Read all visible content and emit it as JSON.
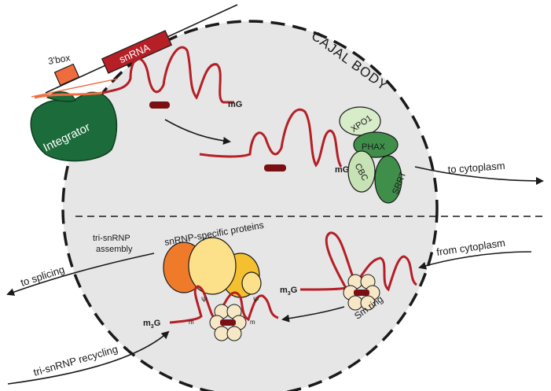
{
  "labels": {
    "cajal_body": "CAJAL BODY",
    "box3": "3'box",
    "snrna": "snRNA",
    "integrator": "Integrator",
    "mg_top": "mG",
    "mg_mid": "mG",
    "xpo1": "XPO1",
    "phax": "PHAX",
    "cbc": "CBC",
    "srrt": "SRRT",
    "to_cytoplasm": "to cytoplasm",
    "from_cytoplasm": "from cytoplasm",
    "sm_ring": "Sm ring",
    "m3g_right": "m",
    "m3g_right_sub": "3",
    "m3g_right_g": "G",
    "snrnp_proteins": "snRNP-specific proteins",
    "tri_assembly_1": "tri-snRNP",
    "tri_assembly_2": "assembly",
    "to_splicing": "to splicing",
    "m3g_left": "m",
    "m3g_left_sub": "3",
    "m3g_left_g": "G",
    "tri_recycling": "tri-snRNP recycling",
    "psi": "Ψ",
    "mod_m": "m"
  },
  "colors": {
    "rna": "#b51f25",
    "rna_dark": "#7a0f14",
    "gene_line": "#1a1a1a",
    "box": "#ef6c3e",
    "integrator": "#1c6b3a",
    "xpo1": "#d7ecc8",
    "phax": "#3f8f4a",
    "cbc": "#c7e2b4",
    "srrt": "#3f8f4a",
    "cajal_fill": "#e4e4e4",
    "sm_fill": "#f6e8c6",
    "prot_orange": "#ef7b2a",
    "prot_yellow": "#fde08a",
    "prot_gold": "#f4c030"
  }
}
